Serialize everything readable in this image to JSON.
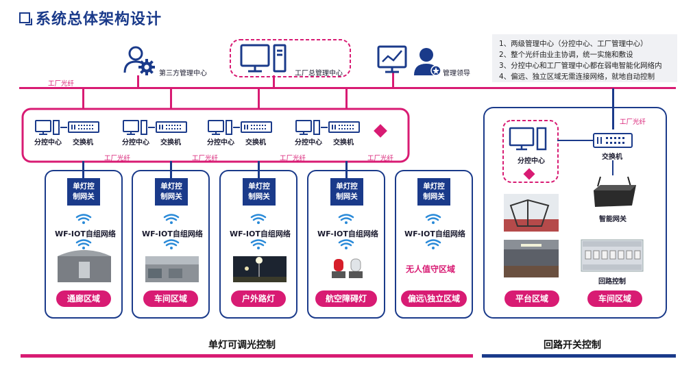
{
  "title": "系统总体架构设计",
  "notes": [
    "1、两级管理中心（分控中心、工厂管理中心）",
    "2、整个光纤由业主协调，统一实施和敷设",
    "3、分控中心和工厂管理中心都在弱电智能化网络内",
    "4、偏远、独立区域无需连接网络，就地自动控制"
  ],
  "top": {
    "third_party": "第三方管理中心",
    "factory_center": "工厂总管理中心",
    "leader": "管理领导",
    "fiber": "工厂光纤"
  },
  "sub_centers": [
    {
      "center": "分控中心",
      "switch": "交换机"
    },
    {
      "center": "分控中心",
      "switch": "交换机"
    },
    {
      "center": "分控中心",
      "switch": "交换机"
    },
    {
      "center": "分控中心",
      "switch": "交换机"
    }
  ],
  "fiber_labels": [
    "工厂光纤",
    "工厂光纤",
    "工厂光纤",
    "工厂光纤"
  ],
  "zones": [
    {
      "gateway": "单灯控制网关",
      "gw1": "单灯控",
      "gw2": "制网关",
      "network": "WF-IOT自组网络",
      "name": "通廊区域"
    },
    {
      "gateway": "单灯控制网关",
      "gw1": "单灯控",
      "gw2": "制网关",
      "network": "WF-IOT自组网络",
      "name": "车间区域"
    },
    {
      "gateway": "单灯控制网关",
      "gw1": "单灯控",
      "gw2": "制网关",
      "network": "WF-IOT自组网络",
      "name": "户外路灯"
    },
    {
      "gateway": "单灯控制网关",
      "gw1": "单灯控",
      "gw2": "制网关",
      "network": "WF-IOT自组网络",
      "name": "航空障碍灯"
    },
    {
      "gateway": "单灯控制网关",
      "gw1": "单灯控",
      "gw2": "制网关",
      "network": "WF-IOT自组网络",
      "name": "偏远\\独立区域",
      "unattended": "无人值守区域"
    }
  ],
  "right": {
    "fiber": "工厂光纤",
    "center": "分控中心",
    "switch": "交换机",
    "gateway": "智能网关",
    "loop_control": "回路控制",
    "zone1": "平台区域",
    "zone2": "车间区域"
  },
  "bottom": {
    "left": "单灯可调光控制",
    "right": "回路开关控制"
  },
  "colors": {
    "magenta": "#d81b73",
    "navy": "#1a3a8a"
  }
}
